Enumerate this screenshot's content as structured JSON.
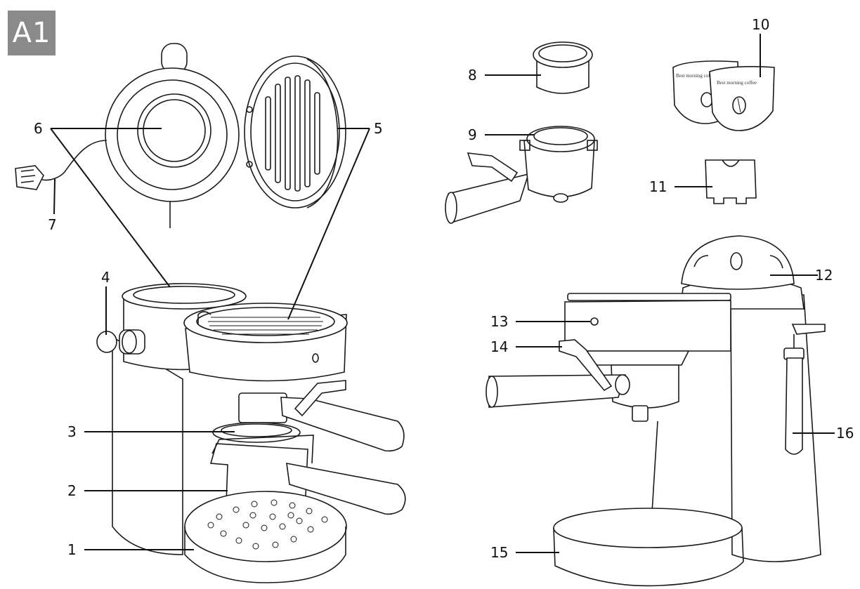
{
  "figure": {
    "badge": "A1"
  },
  "callouts": [
    {
      "id": "1",
      "label": "1"
    },
    {
      "id": "2",
      "label": "2"
    },
    {
      "id": "3",
      "label": "3"
    },
    {
      "id": "4",
      "label": "4"
    },
    {
      "id": "5",
      "label": "5"
    },
    {
      "id": "6",
      "label": "6"
    },
    {
      "id": "7",
      "label": "7"
    },
    {
      "id": "8",
      "label": "8"
    },
    {
      "id": "9",
      "label": "9"
    },
    {
      "id": "10",
      "label": "10"
    },
    {
      "id": "11",
      "label": "11"
    },
    {
      "id": "12",
      "label": "12"
    },
    {
      "id": "13",
      "label": "13"
    },
    {
      "id": "14",
      "label": "14"
    },
    {
      "id": "15",
      "label": "15"
    },
    {
      "id": "16",
      "label": "16"
    }
  ],
  "cup_print": {
    "text": "Best morning coffee"
  }
}
